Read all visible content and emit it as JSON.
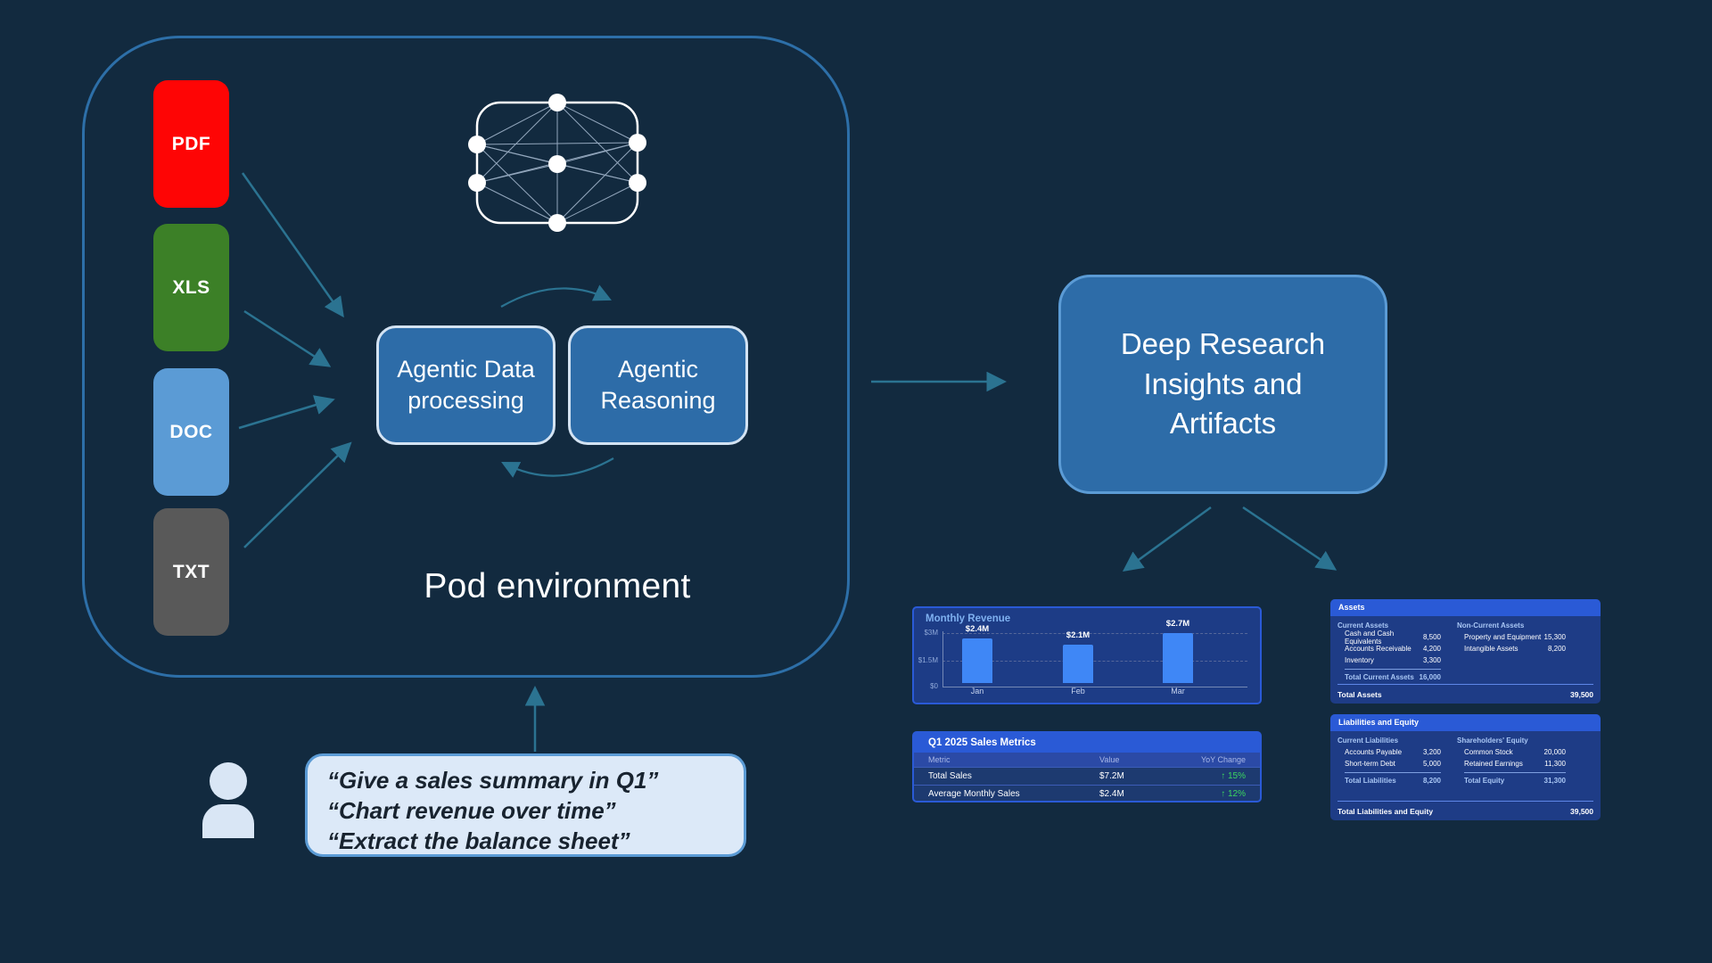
{
  "pod": {
    "label": "Pod environment",
    "files": [
      {
        "label": "PDF",
        "color": "#fe0505"
      },
      {
        "label": "XLS",
        "color": "#3c8027"
      },
      {
        "label": "DOC",
        "color": "#5b9bd5"
      },
      {
        "label": "TXT",
        "color": "#595959"
      }
    ],
    "processing_box": {
      "line1": "Agentic Data",
      "line2": "processing"
    },
    "reasoning_box": {
      "line1": "Agentic",
      "line2": "Reasoning"
    }
  },
  "output_box": {
    "line1": "Deep Research",
    "line2": "Insights and",
    "line3": "Artifacts"
  },
  "user": {
    "prompt1": "“Give a sales summary in Q1”",
    "prompt2": "“Chart revenue over time”",
    "prompt3": "“Extract the balance sheet”"
  },
  "chart_data": {
    "type": "bar",
    "title": "Monthly Revenue",
    "categories": [
      "Jan",
      "Feb",
      "Mar"
    ],
    "values": [
      2.4,
      2.1,
      2.7
    ],
    "value_labels": [
      "$2.4M",
      "$2.1M",
      "$2.7M"
    ],
    "xlabel": "",
    "ylabel": "",
    "ylim": [
      0,
      3
    ],
    "yticks": [
      "$3M",
      "$1.5M",
      "$0"
    ],
    "grid": "dashed horizontal at $1.5M and $3M",
    "legend": "none",
    "bar_color": "#3f87f6"
  },
  "sales_table": {
    "title": "Q1 2025 Sales Metrics",
    "columns": [
      "Metric",
      "Value",
      "YoY Change"
    ],
    "rows": [
      {
        "metric": "Total Sales",
        "value": "$7.2M",
        "yoy": "↑ 15%"
      },
      {
        "metric": "Average Monthly Sales",
        "value": "$2.4M",
        "yoy": "↑ 12%"
      }
    ],
    "positive_color": "#3bd65f"
  },
  "assets_panel": {
    "title": "Assets",
    "current": {
      "heading": "Current Assets",
      "items": [
        {
          "name": "Cash and Cash Equivalents",
          "value": "8,500"
        },
        {
          "name": "Accounts Receivable",
          "value": "4,200"
        },
        {
          "name": "Inventory",
          "value": "3,300"
        }
      ],
      "total_label": "Total Current Assets",
      "total_value": "16,000"
    },
    "non_current": {
      "heading": "Non-Current Assets",
      "items": [
        {
          "name": "Property and Equipment",
          "value": "15,300"
        },
        {
          "name": "Intangible Assets",
          "value": "8,200"
        }
      ]
    },
    "total_label": "Total Assets",
    "total_value": "39,500"
  },
  "liabilities_panel": {
    "title": "Liabilities and Equity",
    "liabilities": {
      "heading": "Current Liabilities",
      "items": [
        {
          "name": "Accounts Payable",
          "value": "3,200"
        },
        {
          "name": "Short-term Debt",
          "value": "5,000"
        }
      ],
      "total_label": "Total Liabilities",
      "total_value": "8,200"
    },
    "equity": {
      "heading": "Shareholders' Equity",
      "items": [
        {
          "name": "Common Stock",
          "value": "20,000"
        },
        {
          "name": "Retained Earnings",
          "value": "11,300"
        }
      ],
      "total_label": "Total Equity",
      "total_value": "31,300"
    },
    "total_label": "Total Liabilities and Equity",
    "total_value": "39,500"
  },
  "colors": {
    "background": "#122a3f",
    "pod_border": "#2d6fa8",
    "arrow_teal": "#2b7391",
    "box_fill": "#2d6ca8",
    "panel_body": "#1d3c86",
    "panel_header": "#2a5ad6",
    "bar_blue": "#3f87f6",
    "positive_green": "#3bd65f",
    "quote_bg": "#dce9f8"
  }
}
